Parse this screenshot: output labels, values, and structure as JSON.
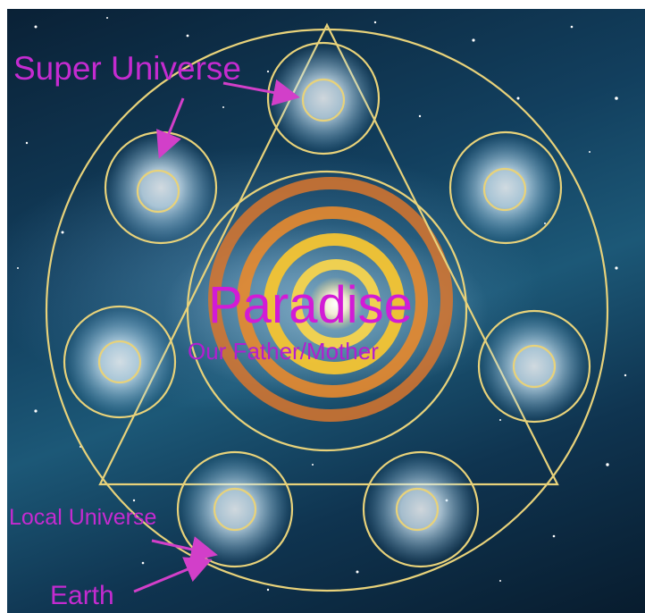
{
  "diagram": {
    "title": "Paradise",
    "subtitle": "Our Father/Mother",
    "annotations": {
      "super_universe": "Super Universe",
      "local_universe": "Local Universe",
      "earth": "Earth"
    },
    "colors": {
      "outline": "#e8d27a",
      "label": "#c42bd0",
      "arrow": "#d23fc9",
      "ring_orange": "#e07a2a",
      "ring_yellow": "#f2c230"
    },
    "super_universe_count": 7
  }
}
